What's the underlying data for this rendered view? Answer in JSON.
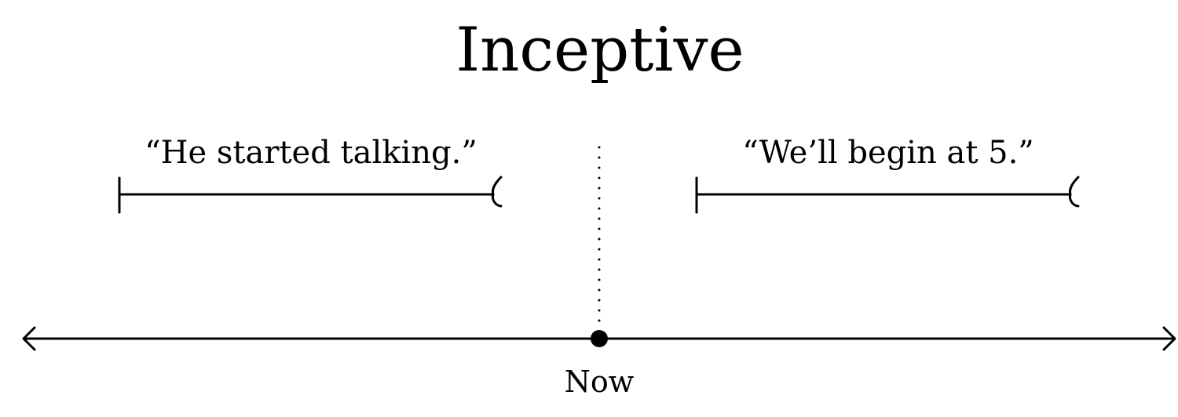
{
  "title": "Inceptive",
  "examples": {
    "past": "“He started talking.”",
    "future": "“We’ll begin at 5.”"
  },
  "timeline": {
    "now_label": "Now"
  },
  "colors": {
    "ink": "#000000",
    "background": "#ffffff"
  }
}
